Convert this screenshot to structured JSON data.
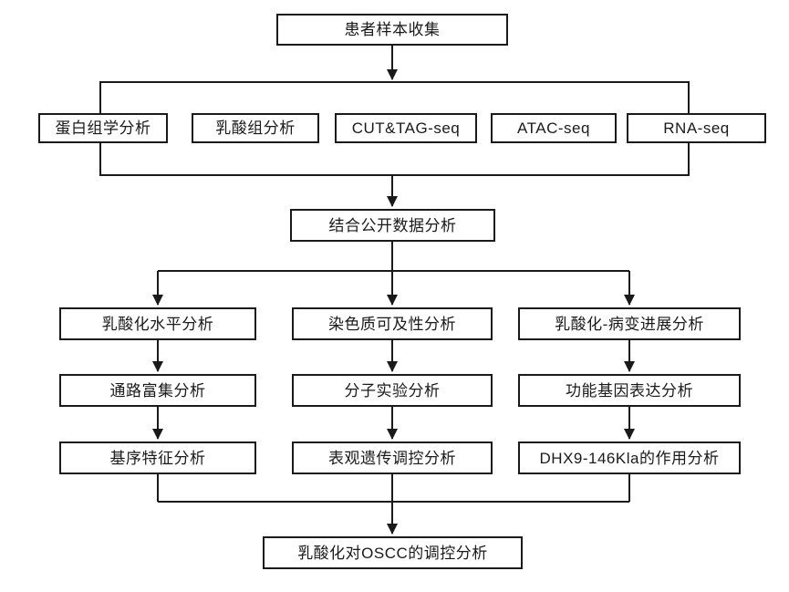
{
  "flowchart": {
    "root": {
      "label": "患者样本收集"
    },
    "methods": [
      {
        "label": "蛋白组学分析"
      },
      {
        "label": "乳酸组分析"
      },
      {
        "label": "CUT&TAG-seq"
      },
      {
        "label": "ATAC-seq"
      },
      {
        "label": "RNA-seq"
      }
    ],
    "integration": {
      "label": "结合公开数据分析"
    },
    "branches": [
      {
        "steps": [
          {
            "label": "乳酸化水平分析"
          },
          {
            "label": "通路富集分析"
          },
          {
            "label": "基序特征分析"
          }
        ]
      },
      {
        "steps": [
          {
            "label": "染色质可及性分析"
          },
          {
            "label": "分子实验分析"
          },
          {
            "label": "表观遗传调控分析"
          }
        ]
      },
      {
        "steps": [
          {
            "label": "乳酸化-病变进展分析"
          },
          {
            "label": "功能基因表达分析"
          },
          {
            "label": "DHX9-146Kla的作用分析"
          }
        ]
      }
    ],
    "conclusion": {
      "label": "乳酸化对OSCC的调控分析"
    }
  },
  "colors": {
    "background": "#ffffff",
    "line": "#1a1a1a",
    "box_border": "#1a1a1a",
    "box_fill": "#ffffff",
    "text": "#1a1a1a"
  }
}
